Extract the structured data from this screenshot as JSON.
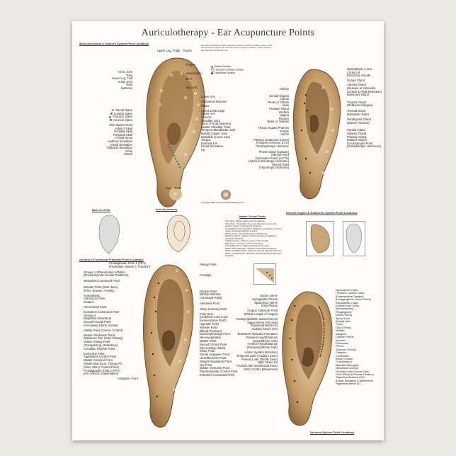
{
  "title": "Auriculotherapy - Ear Acupuncture Points",
  "sections": {
    "musculoskeletal": "Musculoskeletal & Sensory System Point Locations",
    "internal": "Internal Organs & Endocrine System Point Locations",
    "general": "General & Functional Problems Point Locations",
    "nervous": "Nervous System Point Locations",
    "back_left_ear": "Back of Left Ear",
    "auricular_anatomy": "Auricular Anatomy",
    "master_control": "Master Control Points"
  },
  "legend": [
    "Raised Surface",
    "Normal or Hidden Surface",
    "Depressed Surface"
  ],
  "copyright": "Copyright 2013 www.ScientificPublishing.com",
  "ear1_left": [
    "Knee Joint",
    "Toes",
    "Lower Leg, Calf",
    "Ankle Joint",
    "Heel",
    "Buttocks",
    "Sacral Spine",
    "Lumbar Spine",
    "Thoracic Spine",
    "Cervical Spine",
    "Skin Master Point",
    "Atlas of Skull",
    "Occipital Skull",
    "Temporal Skull",
    "Frontal Sinus",
    "Auditory Sensation",
    "Visual Sensation",
    "Olfactory Sensation",
    "Nose",
    "Cheek"
  ],
  "ear1_top": [
    "Upper Leg, Thigh",
    "Thumb",
    "Fingers"
  ],
  "ear1_right": [
    "Hand (Palm)",
    "Wrist",
    "Hip Joint",
    "Lower Arm",
    "Abdominal Muscles",
    "Elbow",
    "Chest & Rib Cage",
    "Upper Arm",
    "Clavicle",
    "Shoulder Joint",
    "Neck (Throat Muscles)",
    "Master Shoulder Point",
    "Tempero-Mandibular Joint",
    "Maxilla (Upper Jaw)",
    "Mandible (Lower Jaw)",
    "Tongue",
    "External Ear",
    "Facial Sensation",
    "Lip"
  ],
  "ear1_bottom": [
    "Eye",
    "Teeth"
  ],
  "ear2_left": [
    "Kidney",
    "Genital Organs",
    "Uterus",
    "Penis or Clitoris",
    "Anus",
    "Prostate Gland",
    "Urethra",
    "Vagina",
    "Rectum",
    "Testis or Ovaries",
    "Throat Organs",
    "Pharynx",
    "Tonsils",
    "Larynx",
    "Pituitary Endocrine Control",
    "Prolactin Hormone (LTH)",
    "Parathyrotropic Hormone",
    "Pineal Gland (capsule)",
    "Adrenal Point",
    "(Sensation Point) (ACTH)",
    "(Adrenocorticotropic Hormone)",
    "Thyroid Point",
    "(Thyrotropic Hormone)"
  ],
  "ear2_right": [
    "Sympathetic A.N.S.",
    "Control of",
    "Endocrine Glands",
    "Gonad Gland",
    "Adrenal Gland",
    "(Release of Adrenalin,",
    "Cortisol & Fluid Retention)",
    "Mammary Gland",
    "Thymus Gland",
    "(Reflexes-Allergies)",
    "Thyroid Gland",
    "(Metabolic Rate)",
    "Parathyroid Gland",
    "(Muscle Tension)",
    "Parotid Gland",
    "Salivary Gland",
    "Pituitary Gland",
    "(Master Gland)",
    "Gonadotropin Point",
    "(Gonadotropic Hormones)"
  ],
  "intro_paragraph": "Ear points are divided into three categories: Nerves, Cerebrum and Body System points. The points on the auricle (the outer ear) reflect a variety of problems. These points are also called the Somatotopic map.",
  "master_points": [
    "Point Zero - Brings whole body into balance.",
    "Shen Men - Tranquilizes the mind, alleviates stress, pain, tension, anxiety, depression & insomnia.",
    "Sympathetic Autonomic Point - Balances sympathetic nervous system & parasympathetic systems.",
    "Allergy Point - General elimination & cleansing.",
    "Endocrine Point - Adjusts endocrine (hormone) glands & metabolic disorders.",
    "Thalamus Point - Reduces acute & chronic pain.",
    "Brain Point - Controls endocrine functions.",
    "Tranquilizer Point - Relieves anxiety and tension.",
    "Master Sensorial Point - Reduces unpleasant sensations.",
    "Master Oscillation Point - Balances left and right hemispheres.",
    "Master Cerebral Point - Reduces neurotic anxiety & obsessive thoughts."
  ],
  "ear3_left": [
    "Prostaglandin Point 1 (PP1)",
    "(Facilitates Vitamin C Function)",
    "Omega 1 (Rheumatoid Arthritis)",
    "(Environmental, Sexual Problems)",
    "Mesoderm Command Point",
    "Wonder Point (Shen Men)",
    "(Pain, Tension, Anxiety)",
    "Sympathetic",
    "Autonomic Point",
    "Sciatica",
    "Hemorrhoid Point",
    "Endoderm Command Point",
    "Omega 2",
    "(Digestive Disorders)",
    "Sexual Arousal Point",
    "(Increasing Libido, Desire)",
    "Vitality Point (Cancer Control)",
    "Master Oscillation Point",
    "(Balances Two Sides of Body)",
    "Valium Analog Point",
    "(Tranquilizing, Relaxation)",
    "Circadian Rhythm Point",
    "Endocrine Point",
    "Aggression Control Point",
    "Master Cerebral Point",
    "(Intellectual Zone, Omega PI)",
    "(Fear, Worry Control Point)",
    "Prostaglandin Point 2 (PP2)",
    "(For Arthritic Inflammation)",
    "Analgesic Point"
  ],
  "ear3_right": [
    "Allergy Point",
    "Coxalgia",
    "Darwin Point",
    "(Bodily Defense",
    "Command Point)",
    "Alertness Point",
    "Sleep Inducing Point",
    "Point Zero",
    "(Umbilical Cord Area)",
    "(Homeostasis Point)",
    "Hypnotic Point",
    "Wonder Point",
    "(Blood Pressure)",
    "Dizziness/Vertigo Point",
    "Neurovegetative",
    "Master Point",
    "Sexual Control Point",
    "(Decreasing Libido)",
    "Sleep Point",
    "Dental Analgesic Point",
    "Unsettledness Point",
    "Weight Regulation Point",
    "Joy Point",
    "Master Sensorial Point",
    "Psychosomatic Control Point",
    "Ectoderm Command Point"
  ],
  "ear4_left": [
    "Sciatic Nerve",
    "Hypogastric Plexus",
    "Splanchnic Nerve",
    "Solar Plexus",
    "Corpus Callosum Point",
    "(Whole Length of Tragus)",
    "Parasympathetic Sacral Nerves",
    "Vagus Nerve (Visceral)",
    "Trigeminal Nerve (V)",
    "Auditory Nerve (VII)",
    "Brainstem Reticular Formation",
    "Posterior Hypothalamus",
    "(Sympathetic ANS)",
    "Anterior Hypothalamus",
    "(Parasympathetic ANS)",
    "Limbic System (Emotion)",
    "Temporal Lobe (Auditory Zone)",
    "Parietal Lobe (Tactile Zone)",
    "Optic Nerve (II)",
    "Frontal Lobe (Intellectual Zone)",
    "Motor Cortex (Movement)"
  ],
  "ear4_right": [
    "Sympathetic Chain",
    "(Thoracic Lumbar Cells)",
    "(Paravertebral Ganglia)",
    "(Postganglionic Nerve Fibers)",
    "Sympathetic Chain",
    "(Lateral Horn Cells)",
    "(Intramedullary,",
    "Preganglionic",
    "Nerve Fibers)",
    "Spinal Cord",
    "(Dorsal Horn",
    "Cells)",
    "(Tail of Helix)",
    "Stellate",
    "Ganglion",
    "Cardiac Plexus",
    "Bronchi/",
    "Pulmonary",
    "Plexus",
    "Superior Cervical",
    "Ganglion",
    "Cerebellum",
    "(Motor Control",
    "Coordination)",
    "Medulla Oblongata",
    "(Metabolic Control)",
    "Occipital Lobe (Visual Zone)",
    "Pons (Sleep & Arousal Centers)",
    "Trigeminal Nucleus (V/II)",
    "(Facial Sensation & Movement)",
    "Trigeminal Nerve (V)"
  ],
  "colors": {
    "spine_sacral": "#e0803a",
    "spine_lumbar": "#7a4fb0",
    "spine_thoracic": "#3a9a3a",
    "spine_cervical": "#3a7ac8",
    "ear_fill": "#c8a67a",
    "ear_dark": "#6e4c2a"
  }
}
